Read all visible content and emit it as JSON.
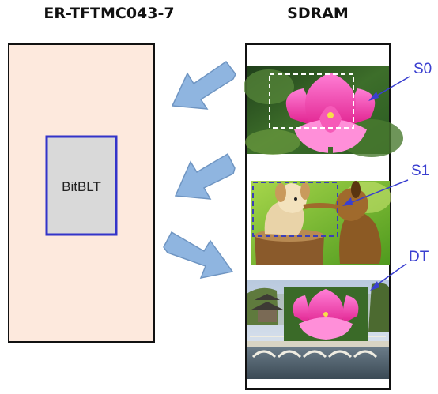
{
  "diagram": {
    "display_title": "ER-TFTMC043-7",
    "memory_title": "SDRAM",
    "engine_label": "BitBLT",
    "buffers": [
      {
        "label": "S0",
        "content": "pink lotus flower on green leaves"
      },
      {
        "label": "S1",
        "content": "two puppies on a tree stump"
      },
      {
        "label": "DT",
        "content": "pagoda and arch bridge scene with lotus overlay"
      }
    ],
    "colors": {
      "display_fill": "#fde9dd",
      "engine_fill": "#d9d9d9",
      "engine_border": "#3334c9",
      "arrow_fill": "#8fb5e0",
      "arrow_stroke": "#6f95c2",
      "label_color": "#3a3fd0"
    }
  }
}
